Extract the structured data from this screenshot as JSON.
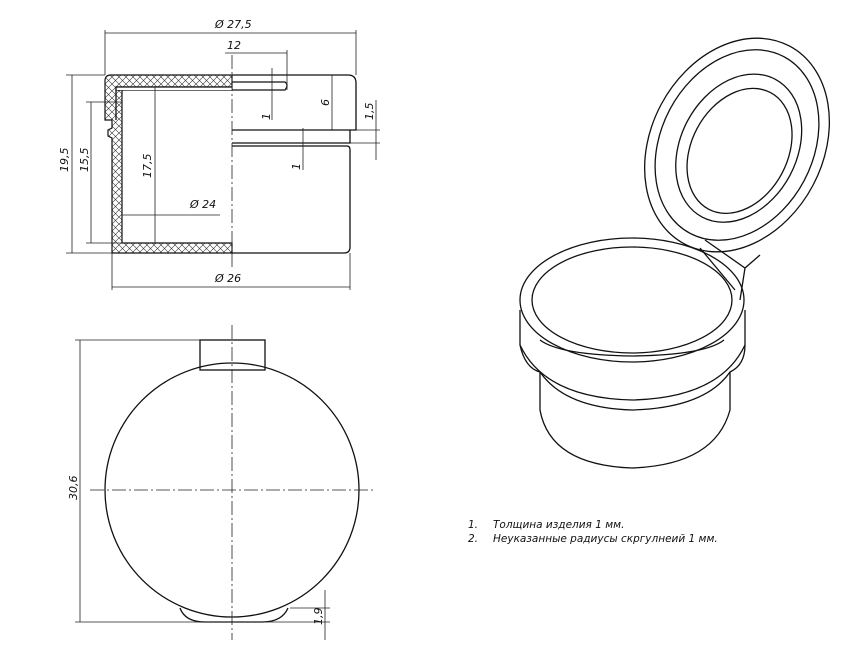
{
  "section_view": {
    "dimensions": {
      "outer_lid_diameter": "Ø 27,5",
      "slot_length": "12",
      "total_height": "19,5",
      "body_height": "15,5",
      "inner_height": "17,5",
      "inner_diameter": "Ø 24",
      "body_diameter": "Ø 26",
      "lid_height": "6",
      "rim_height": "1,5",
      "slot_thickness": "1",
      "rim_gap": "1"
    }
  },
  "top_view": {
    "dimensions": {
      "overall_length": "30,6",
      "bottom_protrusion": "1,9"
    }
  },
  "notes": [
    {
      "number": "1.",
      "text": "Толщина изделия 1 мм."
    },
    {
      "number": "2.",
      "text": "Неуказанные радиусы скргулнеий 1 мм."
    }
  ]
}
